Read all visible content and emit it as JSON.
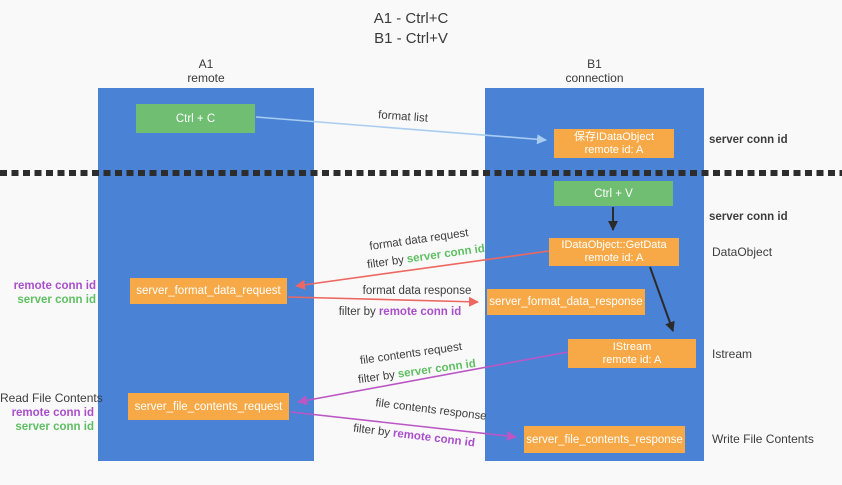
{
  "title": {
    "line1": "A1 - Ctrl+C",
    "line2": "B1 - Ctrl+V"
  },
  "columns": {
    "a1": {
      "name": "A1",
      "subtitle": "remote"
    },
    "b1": {
      "name": "B1",
      "subtitle": "connection"
    }
  },
  "nodes": {
    "ctrl_c": {
      "label": "Ctrl + C"
    },
    "save_dataobject": {
      "line1": "保存IDataObject",
      "line2": "remote id: A"
    },
    "ctrl_v": {
      "label": "Ctrl + V"
    },
    "getdata": {
      "line1": "IDataObject::GetData",
      "line2": "remote id: A"
    },
    "server_format_data_request": {
      "label": "server_format_data_request"
    },
    "server_format_data_response": {
      "label": "server_format_data_response"
    },
    "istream": {
      "line1": "IStream",
      "line2": "remote id: A"
    },
    "server_file_contents_request": {
      "label": "server_file_contents_request"
    },
    "server_file_contents_response": {
      "label": "server_file_contents_response"
    }
  },
  "edge_labels": {
    "format_list": "format list",
    "format_data_request": "format data request",
    "format_data_response": "format data response",
    "file_contents_request": "file contents request",
    "file_contents_response": "file contents response",
    "filter_by": "filter by",
    "server_conn_id": "server conn id",
    "remote_conn_id": "remote conn id"
  },
  "side_labels": {
    "server_conn_id_top": "server conn id",
    "server_conn_id_mid": "server conn id",
    "dataobject": "DataObject",
    "istream": "Istream",
    "write_file_contents": "Write File Contents",
    "read_file_contents": "Read File Contents",
    "remote_conn_id_format": "remote conn id",
    "server_conn_id_format": "server conn id",
    "remote_conn_id_file": "remote conn id",
    "server_conn_id_file": "server conn id"
  },
  "colors": {
    "lifeline_blue": "#4a82d6",
    "action_green": "#6fbe72",
    "message_orange": "#f8a947",
    "server_conn_green": "#5fbf63",
    "remote_conn_purple": "#aa4fcb",
    "request_red": "#ee6760",
    "file_magenta": "#bb57c5",
    "format_list_blue": "#a9cdf0",
    "arrow_black": "#2b2b2b",
    "text_dark": "#3d3d3d",
    "background": "#f9f9f9"
  }
}
